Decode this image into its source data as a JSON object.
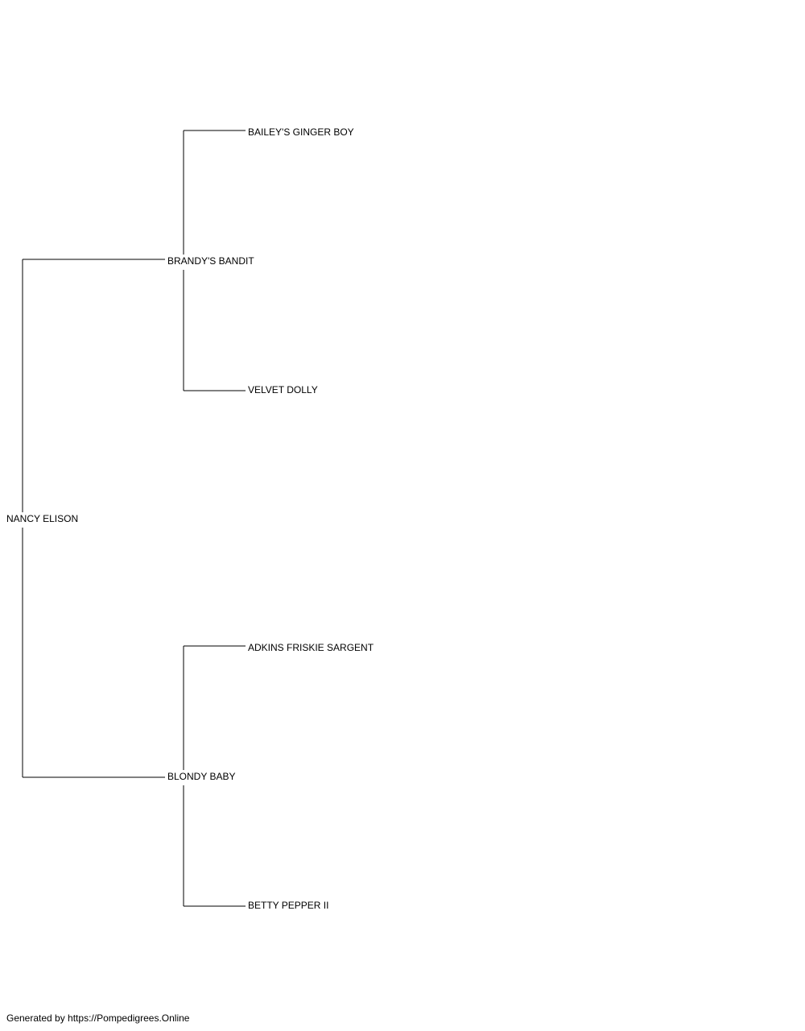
{
  "pedigree": {
    "subject": "NANCY ELISON",
    "sire": "BRANDY'S BANDIT",
    "dam": "BLONDY BABY",
    "sire_sire": "BAILEY'S GINGER BOY",
    "sire_dam": "VELVET DOLLY",
    "dam_sire": "ADKINS FRISKIE SARGENT",
    "dam_dam": "BETTY PEPPER II"
  },
  "footer": {
    "text": "Generated by https://Pompedigrees.Online"
  },
  "colors": {
    "lines": "#000000",
    "text": "#000000",
    "background": "#ffffff"
  }
}
